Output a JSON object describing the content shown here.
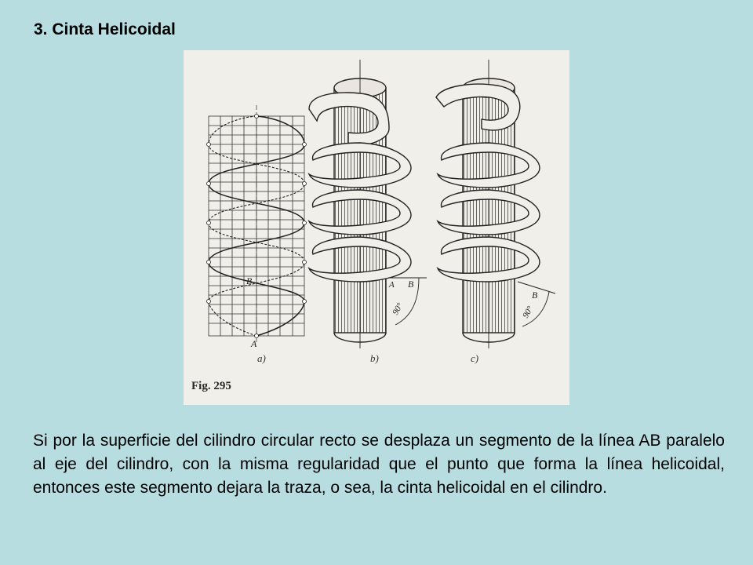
{
  "slide": {
    "title": "3. Cinta Helicoidal",
    "paragraph": "Si  por la superficie del cilindro circular recto se desplaza un segmento de la línea AB paralelo al eje del cilindro, con la misma regularidad que el punto que forma la línea helicoidal, entonces este segmento dejara la traza, o sea, la cinta helicoidal en el cilindro."
  },
  "figure": {
    "caption": "Fig. 295",
    "sublabels": {
      "a": "a)",
      "b": "b)",
      "c": "c)"
    },
    "point_labels": {
      "A": "A",
      "B": "B"
    },
    "angle_label": "90°"
  },
  "colors": {
    "background": "#b8dde1",
    "figure_bg": "#f1efe9",
    "ink": "#2b2b2b"
  }
}
